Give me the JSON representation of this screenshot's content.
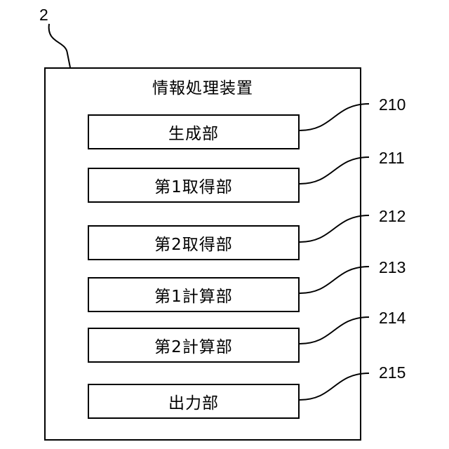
{
  "device": {
    "ref": "2",
    "title": "情報処理装置"
  },
  "units": [
    {
      "ref": "210",
      "label": "生成部"
    },
    {
      "ref": "211",
      "label": "第1取得部"
    },
    {
      "ref": "212",
      "label": "第2取得部"
    },
    {
      "ref": "213",
      "label": "第1計算部"
    },
    {
      "ref": "214",
      "label": "第2計算部"
    },
    {
      "ref": "215",
      "label": "出力部"
    }
  ]
}
